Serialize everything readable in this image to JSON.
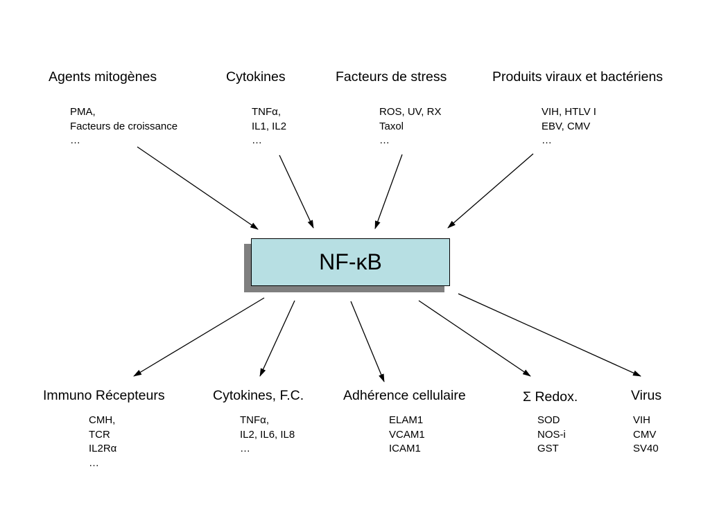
{
  "center": {
    "label": "NF-κB",
    "fill": "#b7dfe3",
    "shadow": "#7f7f7f"
  },
  "inputs": [
    {
      "heading": "Agents mitogènes",
      "items": [
        "PMA,",
        "Facteurs de croissance",
        "…"
      ]
    },
    {
      "heading": "Cytokines",
      "items": [
        "TNFα,",
        "IL1, IL2",
        "…"
      ]
    },
    {
      "heading": "Facteurs de stress",
      "items": [
        "ROS, UV, RX",
        "Taxol",
        "…"
      ]
    },
    {
      "heading": "Produits viraux et bactériens",
      "items": [
        "VIH, HTLV I",
        "EBV, CMV",
        "…"
      ]
    }
  ],
  "outputs": [
    {
      "heading": "Immuno Récepteurs",
      "items": [
        "CMH,",
        "TCR",
        "IL2Rα",
        "…"
      ]
    },
    {
      "heading": "Cytokines, F.C.",
      "items": [
        "TNFα,",
        "IL2, IL6, IL8",
        "…"
      ]
    },
    {
      "heading": "Adhérence cellulaire",
      "items": [
        "ELAM1",
        "VCAM1",
        "ICAM1"
      ]
    },
    {
      "heading": "Σ Redox.",
      "items": [
        "SOD",
        "NOS-i",
        "GST"
      ]
    },
    {
      "heading": "Virus",
      "items": [
        "VIH",
        "CMV",
        "SV40"
      ]
    }
  ]
}
